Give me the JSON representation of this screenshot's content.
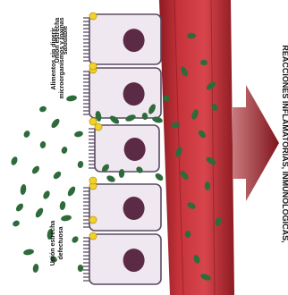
{
  "labels": {
    "luminal_agents": "Alimentos sin digerir,\nmicroorganismos y toxinas",
    "tight_junction_healthy": "Unión estrecha\nsaludable",
    "tight_junction_damaged": "Unión estrecha\ndefectuosa",
    "outcome": "REACCIONES INFLAMATORIAS, INMUNOLÓGICAS,"
  },
  "colors": {
    "cell_fill": "#efe8f0",
    "cell_border": "#5a4a63",
    "nucleus": "#5b2a45",
    "junction": "#f2d22a",
    "particle": "#2f6b3a",
    "vessel": "#c5323a",
    "vessel_dark": "#8c1b22",
    "arrow": "#8e1a21"
  },
  "icons": [
    "enterocyte-cell",
    "nucleus",
    "microvilli",
    "tight-junction",
    "bacteria-particle",
    "blood-vessel",
    "flow-arrow"
  ]
}
